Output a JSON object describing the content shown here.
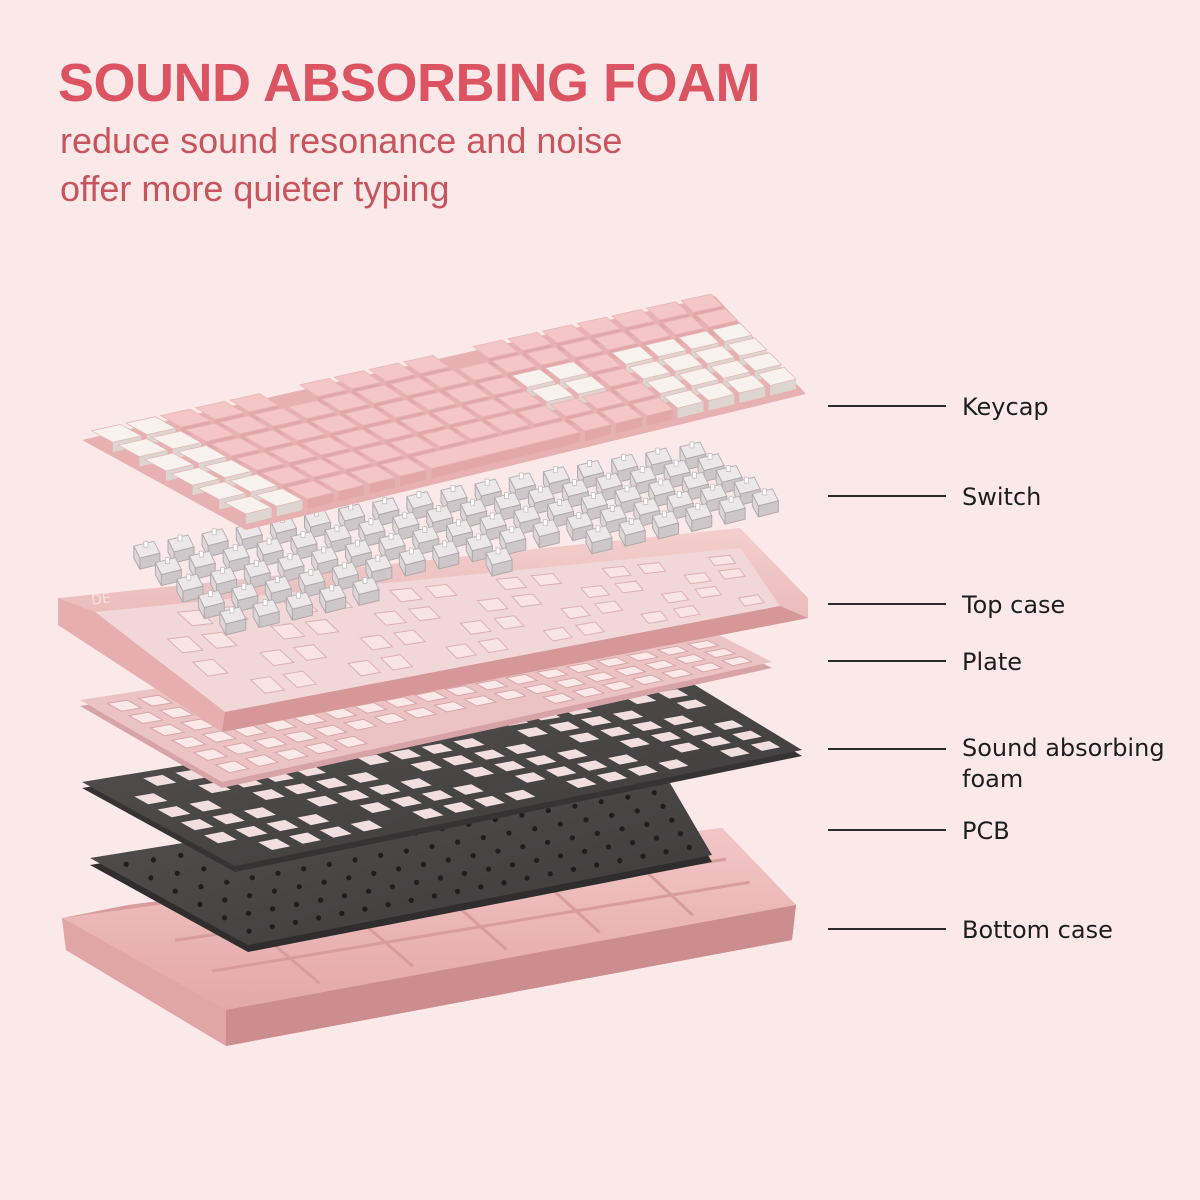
{
  "header": {
    "title": "SOUND ABSORBING FOAM",
    "subtitle_line1": "reduce sound resonance and noise",
    "subtitle_line2": "offer more quieter typing"
  },
  "layers": [
    {
      "id": "keycap",
      "label": "Keycap"
    },
    {
      "id": "switch",
      "label": "Switch"
    },
    {
      "id": "top-case",
      "label": "Top case"
    },
    {
      "id": "plate",
      "label": "Plate"
    },
    {
      "id": "foam",
      "label": "Sound absorbing\nfoam"
    },
    {
      "id": "pcb",
      "label": "PCB"
    },
    {
      "id": "bottom-case",
      "label": "Bottom case"
    }
  ],
  "colors": {
    "background": "#fbe9ea",
    "title": "#dc5462",
    "subtitle": "#c7555e",
    "pink_case": "#ebb7b6",
    "keycap_pink": "#f3c3c4",
    "keycap_white": "#f6f1ec",
    "foam_dark": "#4a4747",
    "switch_grey": "#d9d6d7"
  }
}
